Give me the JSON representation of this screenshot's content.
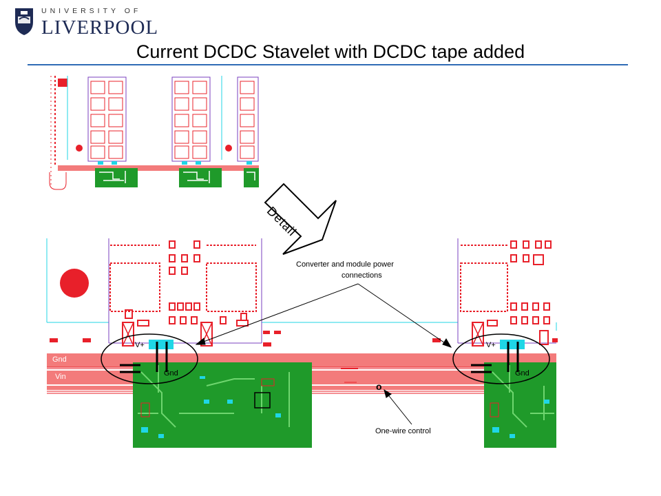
{
  "header": {
    "logo_top": "UNIVERSITY OF",
    "logo_main": "LIVERPOOL",
    "title": "Current DCDC Stavelet with DCDC tape added"
  },
  "callouts": {
    "detail": "Detail",
    "converter_line1": "Converter and module power",
    "converter_line2": "connections",
    "one_wire": "One-wire control"
  },
  "board_labels": {
    "gnd_strip": "Gnd",
    "vin_strip": "Vin",
    "vplus": "V+",
    "gnd_pad": "Gnd",
    "one_wire_symbol": "o"
  },
  "colors": {
    "brand_blue": "#2e6bb5",
    "trace_red": "#e8202a",
    "strip_red": "#f37b7b",
    "pcb_green": "#1f9a2a",
    "pad_cyan": "#1fd6e6",
    "outline_purple": "#7a3fbf"
  }
}
